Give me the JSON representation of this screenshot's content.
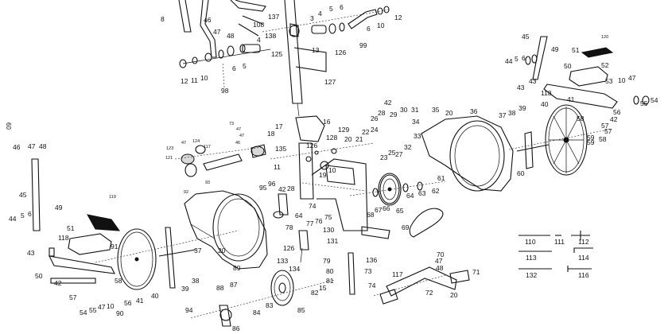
{
  "side_label": "60",
  "top_labels": [
    "8",
    "46",
    "47",
    "48",
    "108",
    "137",
    "3",
    "4",
    "5",
    "6",
    "12",
    "138",
    "4",
    "125",
    "99",
    "10",
    "6",
    "13",
    "126",
    "127",
    "5",
    "6",
    "10",
    "11",
    "12",
    "98"
  ],
  "group_a": [
    "17",
    "16",
    "18",
    "135",
    "126",
    "11",
    "128",
    "129",
    "20",
    "21",
    "22",
    "24",
    "26",
    "28",
    "29",
    "30",
    "31",
    "42",
    "34",
    "35",
    "20",
    "36",
    "25",
    "27",
    "32",
    "23",
    "33",
    "19",
    "10"
  ],
  "group_b": [
    "37",
    "38",
    "39",
    "40",
    "41",
    "43",
    "56",
    "57",
    "58",
    "59",
    "60",
    "61",
    "62",
    "63",
    "64",
    "65",
    "66",
    "67",
    "68",
    "69"
  ],
  "right_top": [
    "45",
    "44",
    "5",
    "6",
    "49",
    "51",
    "120",
    "52",
    "53",
    "50",
    "43",
    "118",
    "10",
    "47",
    "55",
    "54",
    "42",
    "57",
    "58",
    "59"
  ],
  "left": [
    "46",
    "47",
    "48",
    "45",
    "44",
    "5",
    "6",
    "49",
    "118",
    "119",
    "51",
    "91",
    "43",
    "50",
    "42",
    "57",
    "55",
    "54",
    "47",
    "10",
    "90",
    "56",
    "41",
    "40",
    "39",
    "37",
    "38",
    "58",
    "20",
    "89"
  ],
  "center_labels": [
    "123",
    "47",
    "124",
    "117",
    "73",
    "47",
    "47",
    "46",
    "121",
    "92",
    "93",
    "95",
    "96",
    "42",
    "28",
    "78",
    "64",
    "77",
    "76",
    "75",
    "74",
    "130",
    "131",
    "126",
    "133",
    "134",
    "80",
    "81",
    "82",
    "83",
    "84",
    "85",
    "86",
    "87",
    "88",
    "94",
    "15",
    "70",
    "47",
    "48",
    "71",
    "72",
    "73",
    "74",
    "136",
    "79",
    "117",
    "20"
  ],
  "inset": {
    "row1": [
      "110",
      "111",
      "112"
    ],
    "row2": [
      "113",
      "114"
    ],
    "row3": [
      "132",
      "116"
    ]
  }
}
